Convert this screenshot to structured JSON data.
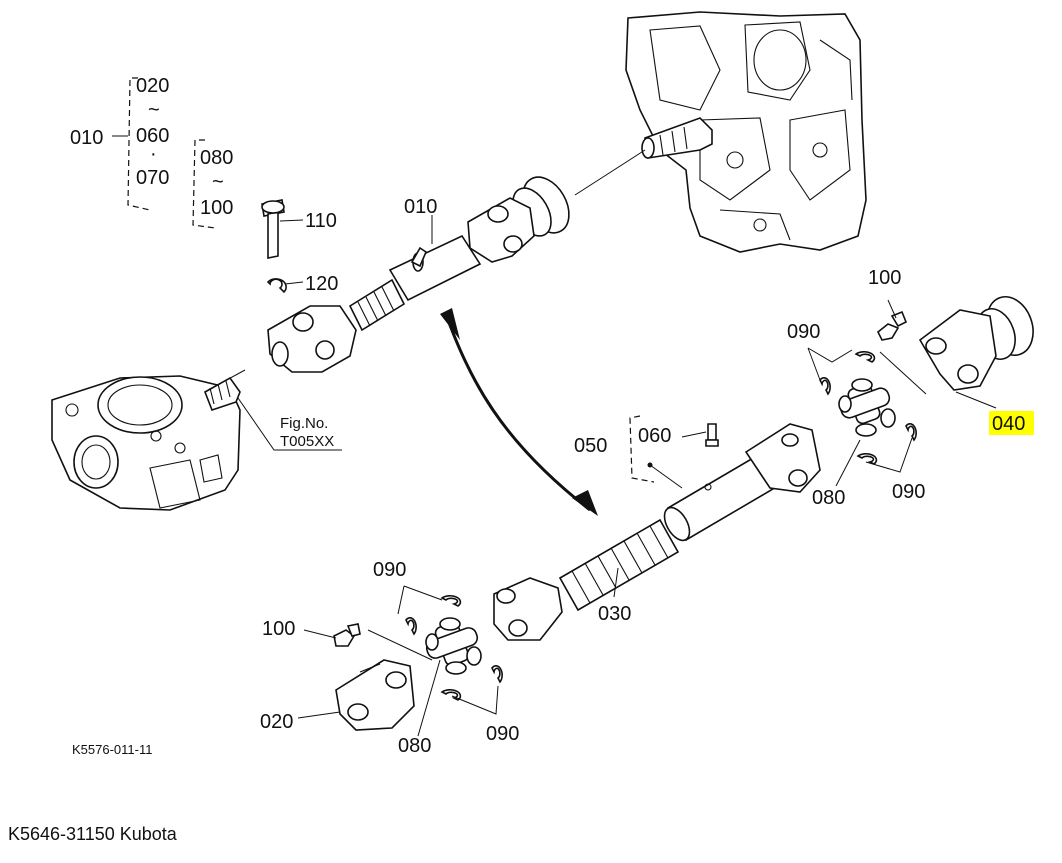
{
  "labels": {
    "c010": "010",
    "b020": "020",
    "tilde1": "~",
    "b060": "060",
    "dot1": "·",
    "b070": "070",
    "b080": "080",
    "tilde2": "~",
    "b100": "100",
    "p110": "110",
    "p120": "120",
    "p010": "010",
    "fig_no": "Fig.No.",
    "fig_ref": "T005XX",
    "p050": "050",
    "p060": "060",
    "p030": "030",
    "r100": "100",
    "r090a": "090",
    "r040": "040",
    "r080": "080",
    "r090b": "090",
    "l090a": "090",
    "l100": "100",
    "l020": "020",
    "l080": "080",
    "l090b": "090",
    "code": "K5576-011-11"
  },
  "highlight_color": "#ffff00",
  "caption": "K5646-31150 Kubota"
}
